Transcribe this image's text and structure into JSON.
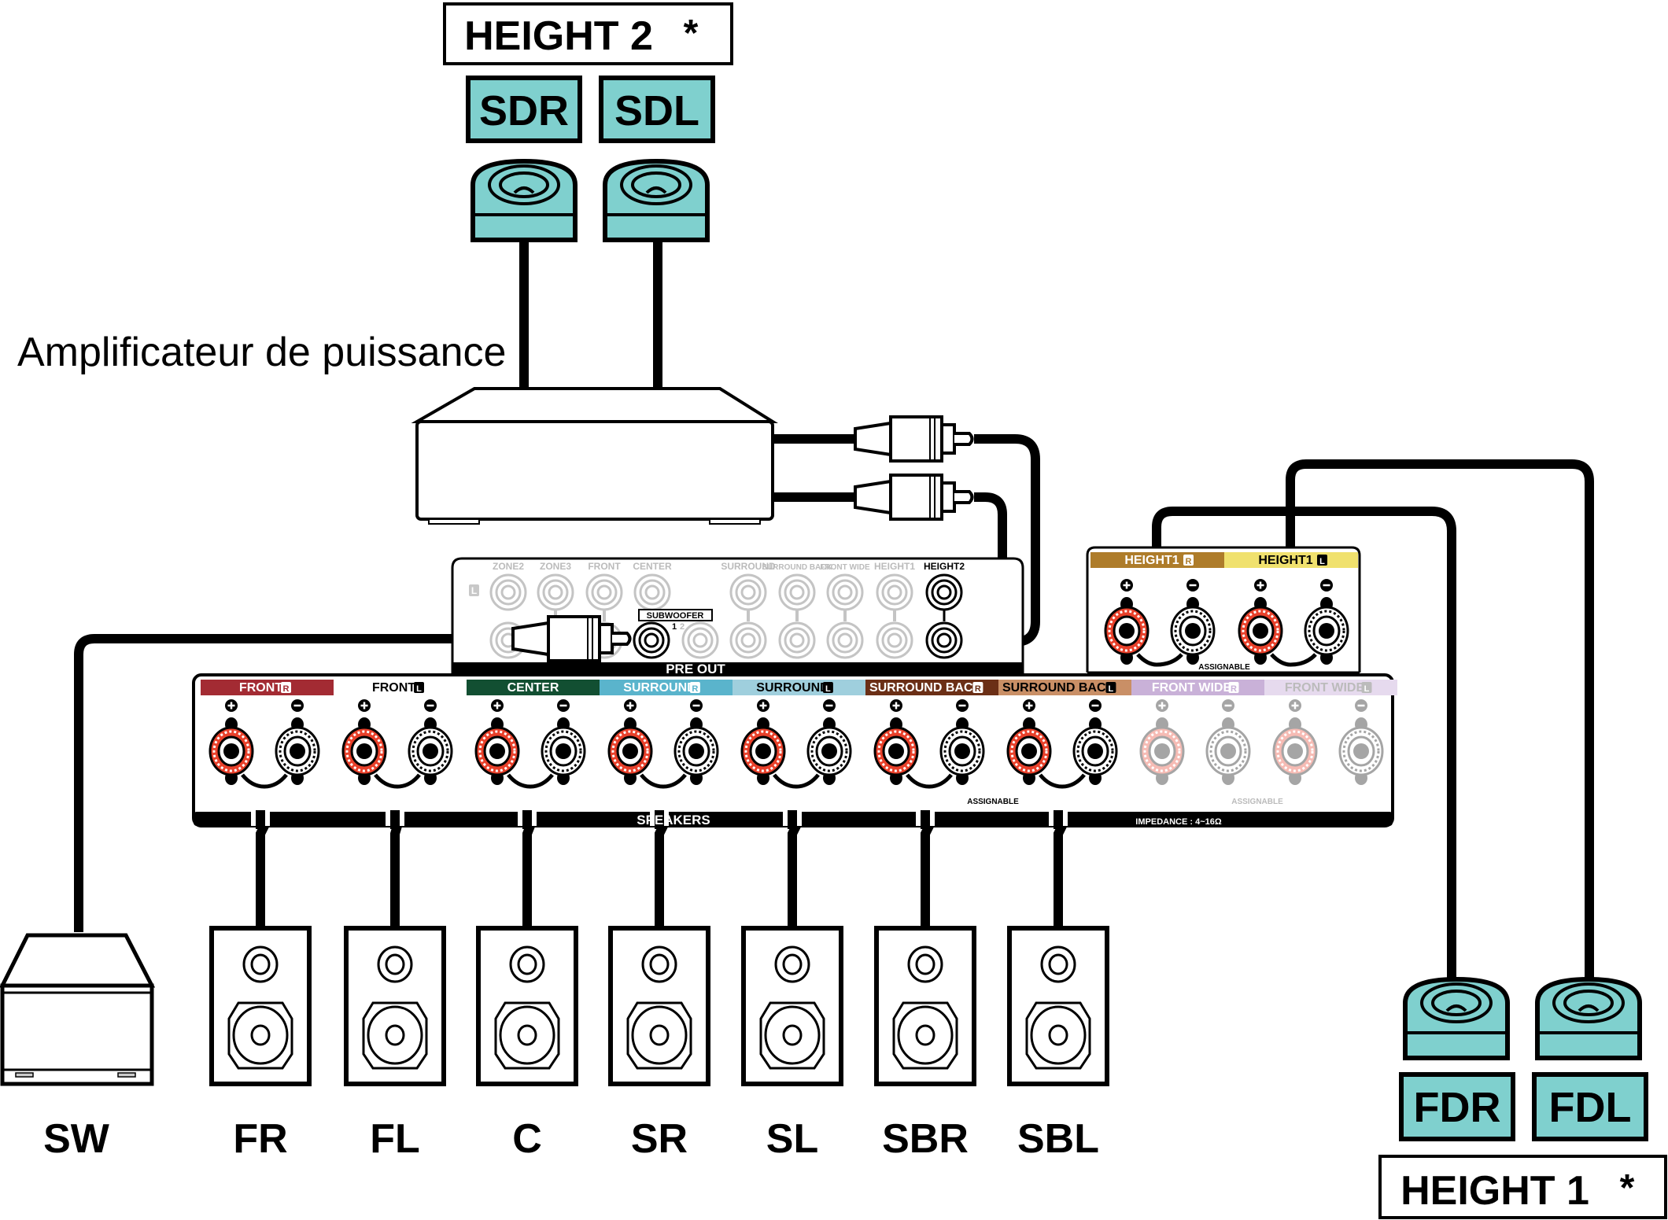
{
  "diagram": {
    "title": "Speaker connection diagram with external power amplifier",
    "groups": {
      "height2": {
        "label": "HEIGHT 2",
        "marker": "*",
        "speakers": [
          "SDR",
          "SDL"
        ]
      },
      "height1": {
        "label": "HEIGHT 1",
        "marker": "*",
        "speakers": [
          "FDR",
          "FDL"
        ]
      }
    },
    "amplifier_label": "Amplificateur de puissance",
    "bottom_speakers": [
      "SW",
      "FR",
      "FL",
      "C",
      "SR",
      "SL",
      "SBR",
      "SBL"
    ],
    "colors": {
      "height_speaker_fill": "#7fd0ce",
      "terminal_positive": "#e8402a",
      "front_r": "#a32b33",
      "center": "#124f32",
      "surround_r": "#5ab4cc",
      "surround_l": "#9fcfdd",
      "surround_back_r": "#6b2f16",
      "surround_back_l": "#c98f66",
      "front_wide_r": "#c9b1d8",
      "front_wide_l": "#e6daee",
      "height1_r": "#ae7c2a",
      "height1_l": "#f0e16e"
    }
  },
  "preout": {
    "title": "PRE OUT",
    "l_marker": "L",
    "jacks": [
      "ZONE2",
      "ZONE3",
      "FRONT",
      "CENTER",
      "SURROUND",
      "SURROUND BACK",
      "FRONT WIDE",
      "HEIGHT1",
      "HEIGHT2"
    ],
    "subwoofer_label": "SUBWOOFER",
    "subwoofer_num1": "1",
    "subwoofer_num2": "2"
  },
  "speakers_panel": {
    "title": "SPEAKERS",
    "impedance": "IMPEDANCE : 4~16Ω",
    "assignable": "ASSIGNABLE",
    "plus": "+",
    "minus": "−",
    "channels": [
      {
        "label": "FRONT",
        "side": "R",
        "active": true
      },
      {
        "label": "FRONT",
        "side": "L",
        "active": true
      },
      {
        "label": "CENTER",
        "side": "",
        "active": true
      },
      {
        "label": "SURROUND",
        "side": "R",
        "active": true
      },
      {
        "label": "SURROUND",
        "side": "L",
        "active": true
      },
      {
        "label": "SURROUND BACK",
        "side": "R",
        "active": true
      },
      {
        "label": "SURROUND BACK",
        "side": "L",
        "active": true
      },
      {
        "label": "FRONT WIDE",
        "side": "R",
        "active": false
      },
      {
        "label": "FRONT WIDE",
        "side": "L",
        "active": false
      }
    ]
  },
  "height1_panel": {
    "assignable": "ASSIGNABLE",
    "channels": [
      {
        "label": "HEIGHT1",
        "side": "R"
      },
      {
        "label": "HEIGHT1",
        "side": "L"
      }
    ]
  }
}
